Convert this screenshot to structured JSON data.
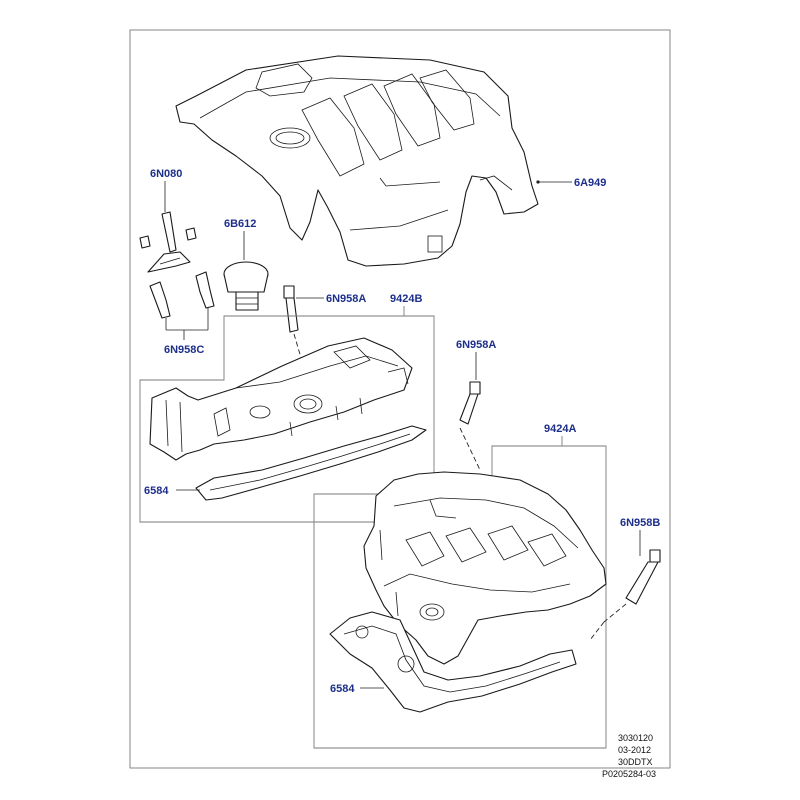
{
  "labels": {
    "engine_cover": "6A949",
    "breather": "6N080",
    "oil_filler_cap": "6B612",
    "coil_left": "6N958A",
    "coil_mid": "6N958A",
    "coil_right": "6N958B",
    "coil_pair": "6N958C",
    "cover_left": "9424B",
    "cover_right": "9424A",
    "gasket_left": "6584",
    "gasket_right": "6584"
  },
  "reference": {
    "line1": "3030120",
    "line2": "03-2012",
    "line3": "30DDTX",
    "line4": "P0205284-03"
  },
  "colors": {
    "label": "#1d2f8a",
    "line": "#1a1a1a",
    "frame": "#7a7a7a"
  }
}
